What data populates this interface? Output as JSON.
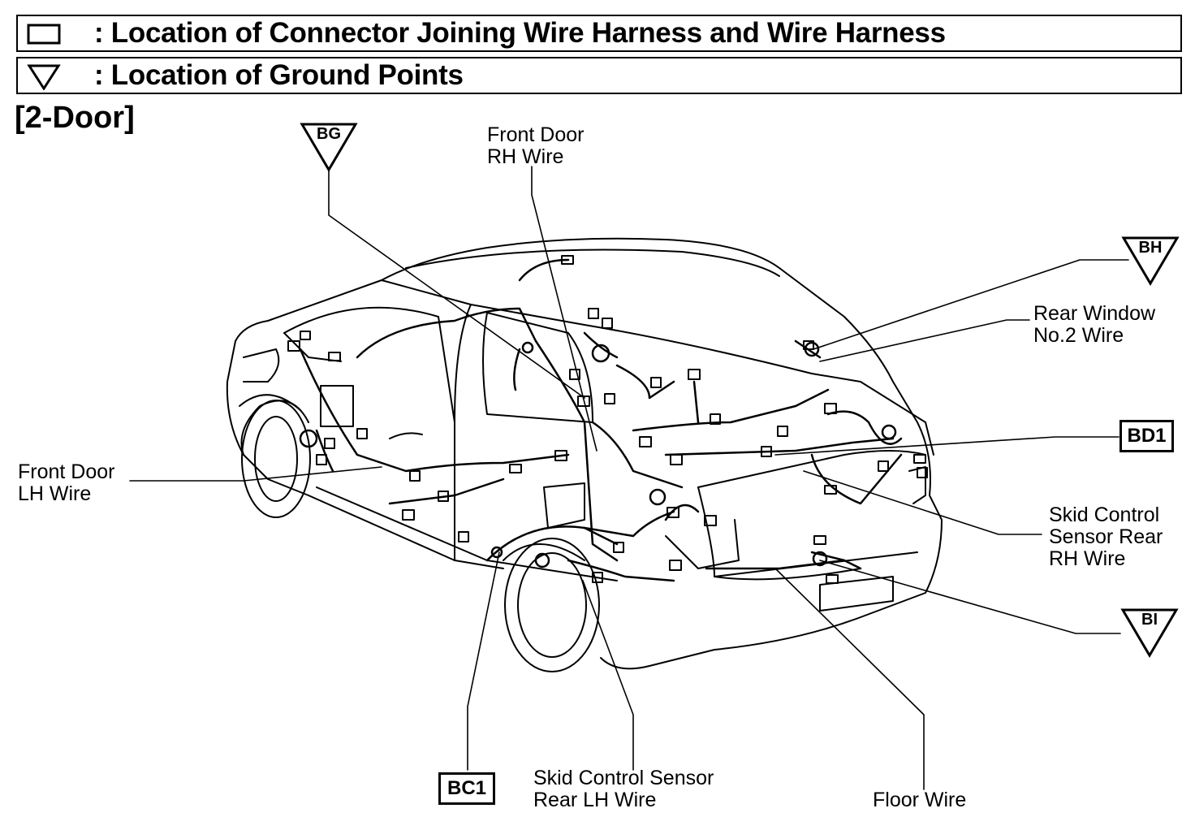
{
  "legend": {
    "connector": {
      "icon": "connector-box-icon",
      "text": ": Location of Connector Joining Wire Harness and Wire Harness"
    },
    "ground": {
      "icon": "ground-triangle-icon",
      "text": ": Location of Ground Points"
    }
  },
  "section_title": "[2-Door]",
  "ground_points": {
    "bg": "BG",
    "bh": "BH",
    "bi": "BI"
  },
  "connectors": {
    "bd1": "BD1",
    "bc1": "BC1"
  },
  "wires": {
    "front_door_rh": "Front Door\nRH Wire",
    "front_door_lh": "Front Door\nLH Wire",
    "rear_window_no2": "Rear Window\nNo.2 Wire",
    "skid_sensor_rear_rh": "Skid Control\nSensor Rear\nRH Wire",
    "skid_sensor_rear_lh": "Skid Control Sensor\nRear LH Wire",
    "floor": "Floor Wire"
  }
}
